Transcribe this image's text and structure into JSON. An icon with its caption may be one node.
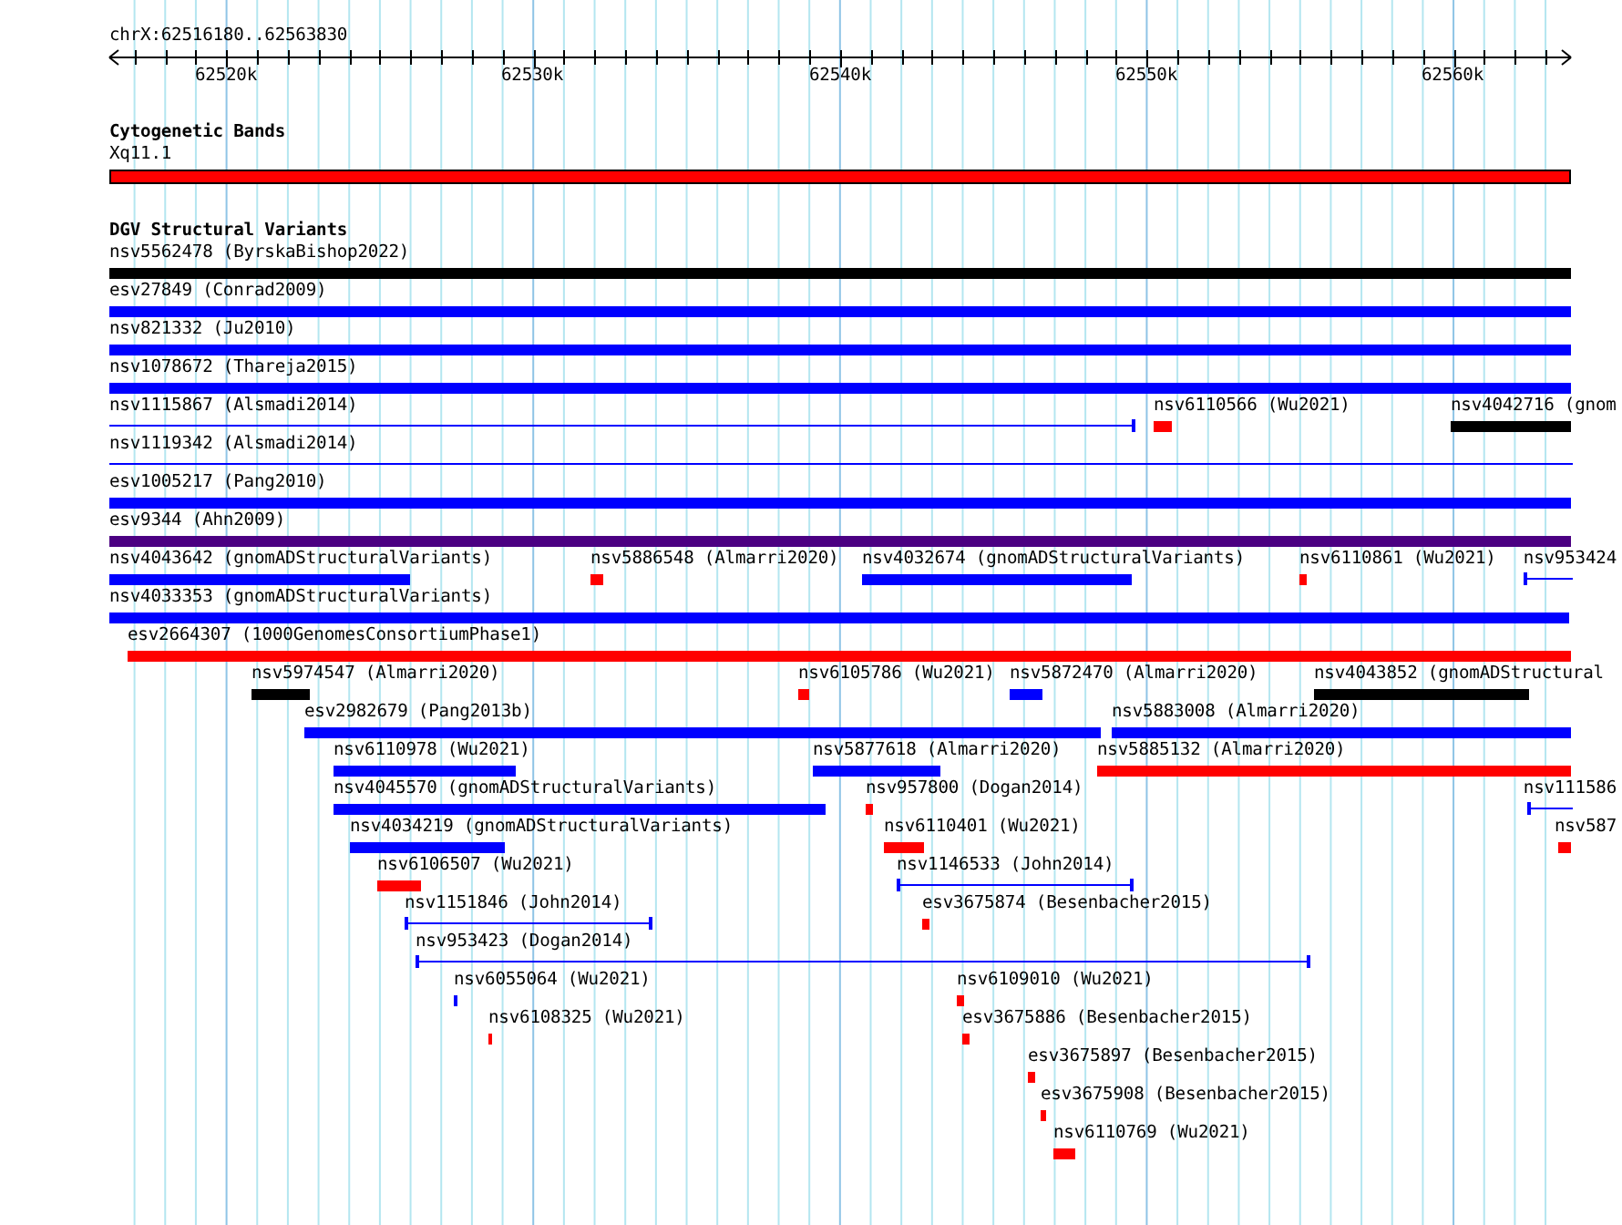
{
  "diagram": {
    "nodes": [
      {
        "text": [],
        "shape": "bar",
        "beside": [
          "Xq11.1"
        ]
      },
      {
        "text": [],
        "shape": "bar",
        "beside": [
          "nsv5562478 (ByrskaBishop2022)"
        ]
      },
      {
        "text": [],
        "shape": "bar",
        "beside": [
          "esv27849 (Conrad2009)"
        ]
      },
      {
        "text": [],
        "shape": "bar",
        "beside": [
          "nsv821332 (Ju2010)"
        ]
      },
      {
        "text": [],
        "shape": "bar",
        "beside": [
          "nsv1078672 (Thareja2015)"
        ]
      },
      {
        "text": [],
        "shape": "line",
        "beside": [
          "nsv1115867 (Alsmadi2014)"
        ]
      },
      {
        "text": [],
        "shape": "bar",
        "beside": [
          "nsv6110566 (Wu2021)"
        ]
      },
      {
        "text": [],
        "shape": "bar",
        "beside": [
          "nsv4042716 (gnom"
        ]
      },
      {
        "text": [],
        "shape": "line",
        "beside": [
          "nsv1119342 (Alsmadi2014)"
        ]
      },
      {
        "text": [],
        "shape": "bar",
        "beside": [
          "esv1005217 (Pang2010)"
        ]
      },
      {
        "text": [],
        "shape": "bar",
        "beside": [
          "esv9344 (Ahn2009)"
        ]
      },
      {
        "text": [],
        "shape": "bar",
        "beside": [
          "nsv4043642 (gnomADStructuralVariants)"
        ]
      },
      {
        "text": [],
        "shape": "bar",
        "beside": [
          "nsv5886548 (Almarri2020)"
        ]
      },
      {
        "text": [],
        "shape": "bar",
        "beside": [
          "nsv4032674 (gnomADStructuralVariants)"
        ]
      },
      {
        "text": [],
        "shape": "bar",
        "beside": [
          "nsv6110861 (Wu2021)"
        ]
      },
      {
        "text": [],
        "shape": "line",
        "beside": [
          "nsv953424"
        ]
      },
      {
        "text": [],
        "shape": "bar",
        "beside": [
          "nsv4033353 (gnomADStructuralVariants)"
        ]
      },
      {
        "text": [],
        "shape": "bar",
        "beside": [
          "esv2664307 (1000GenomesConsortiumPhase1)"
        ]
      },
      {
        "text": [],
        "shape": "bar",
        "beside": [
          "nsv5974547 (Almarri2020)"
        ]
      },
      {
        "text": [],
        "shape": "bar",
        "beside": [
          "nsv6105786 (Wu2021)"
        ]
      },
      {
        "text": [],
        "shape": "bar",
        "beside": [
          "nsv5872470 (Almarri2020)"
        ]
      },
      {
        "text": [],
        "shape": "bar",
        "beside": [
          "nsv4043852 (gnomADStructural"
        ]
      },
      {
        "text": [],
        "shape": "bar",
        "beside": [
          "esv2982679 (Pang2013b)"
        ]
      },
      {
        "text": [],
        "shape": "bar",
        "beside": [
          "nsv5883008 (Almarri2020)"
        ]
      },
      {
        "text": [],
        "shape": "bar",
        "beside": [
          "nsv6110978 (Wu2021)"
        ]
      },
      {
        "text": [],
        "shape": "bar",
        "beside": [
          "nsv5877618 (Almarri2020)"
        ]
      },
      {
        "text": [],
        "shape": "bar",
        "beside": [
          "nsv5885132 (Almarri2020)"
        ]
      },
      {
        "text": [],
        "shape": "bar",
        "beside": [
          "nsv4045570 (gnomADStructuralVariants)"
        ]
      },
      {
        "text": [],
        "shape": "bar",
        "beside": [
          "nsv957800 (Dogan2014)"
        ]
      },
      {
        "text": [],
        "shape": "line",
        "beside": [
          "nsv111586"
        ]
      },
      {
        "text": [],
        "shape": "bar",
        "beside": [
          "nsv4034219 (gnomADStructuralVariants)"
        ]
      },
      {
        "text": [],
        "shape": "bar",
        "beside": [
          "nsv6110401 (Wu2021)"
        ]
      },
      {
        "text": [],
        "shape": "bar",
        "beside": [
          "nsv587"
        ]
      },
      {
        "text": [],
        "shape": "bar",
        "beside": [
          "nsv6106507 (Wu2021)"
        ]
      },
      {
        "text": [],
        "shape": "line",
        "beside": [
          "nsv1146533 (John2014)"
        ]
      },
      {
        "text": [],
        "shape": "line",
        "beside": [
          "nsv1151846 (John2014)"
        ]
      },
      {
        "text": [],
        "shape": "bar",
        "beside": [
          "esv3675874 (Besenbacher2015)"
        ]
      },
      {
        "text": [],
        "shape": "line",
        "beside": [
          "nsv953423 (Dogan2014)"
        ]
      },
      {
        "text": [],
        "shape": "bar",
        "beside": [
          "nsv6055064 (Wu2021)"
        ]
      },
      {
        "text": [],
        "shape": "bar",
        "beside": [
          "nsv6109010 (Wu2021)"
        ]
      },
      {
        "text": [],
        "shape": "bar",
        "beside": [
          "nsv6108325 (Wu2021)"
        ]
      },
      {
        "text": [],
        "shape": "bar",
        "beside": [
          "esv3675886 (Besenbacher2015)"
        ]
      },
      {
        "text": [],
        "shape": "bar",
        "beside": [
          "esv3675897 (Besenbacher2015)"
        ]
      },
      {
        "text": [],
        "shape": "bar",
        "beside": [
          "esv3675908 (Besenbacher2015)"
        ]
      },
      {
        "text": [],
        "shape": "bar",
        "beside": [
          "nsv6110769 (Wu2021)"
        ]
      }
    ],
    "labels": [
      "chrX:62516180..62563830",
      "62520k",
      "62530k",
      "62540k",
      "62550k",
      "62560k",
      "Cytogenetic Bands",
      "DGV Structural Variants"
    ]
  }
}
